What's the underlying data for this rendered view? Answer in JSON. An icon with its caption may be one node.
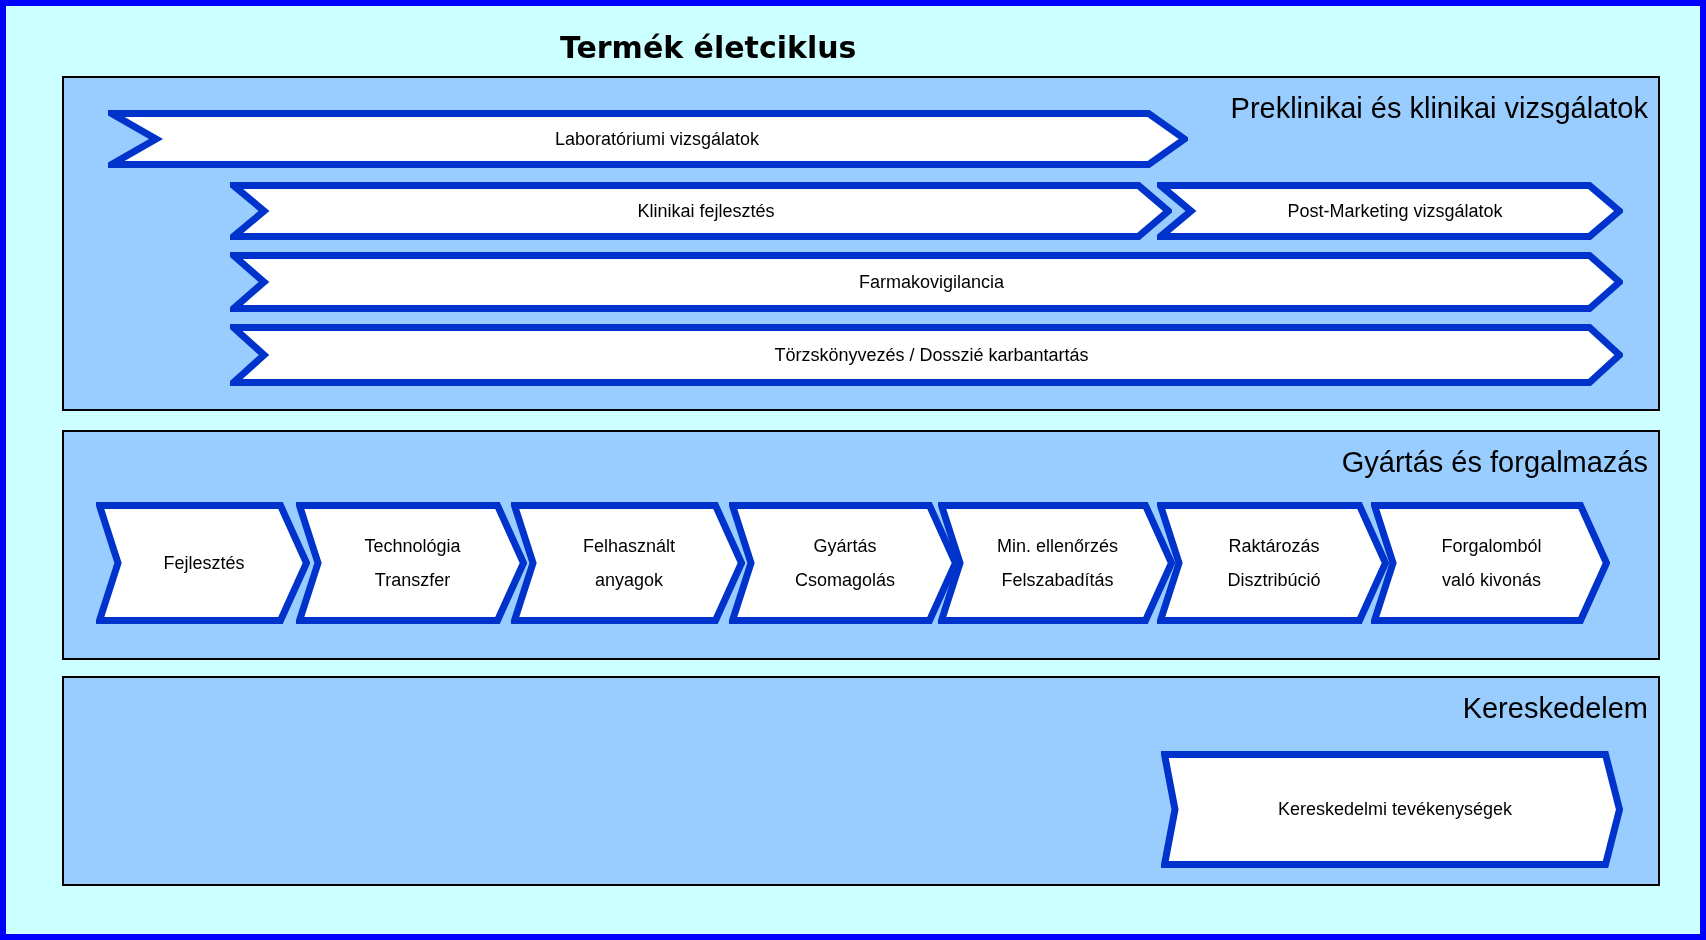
{
  "diagram": {
    "title": "Termék életciklus",
    "nodes": [
      {
        "text": [
          "Preklinikai és klinikai vizsgálatok"
        ]
      },
      {
        "text": [
          "Laboratóriumi vizsgálatok"
        ],
        "in": 0
      },
      {
        "text": [
          "Klinikai fejlesztés"
        ],
        "in": 0
      },
      {
        "text": [
          "Post-Marketing vizsgálatok"
        ],
        "in": 0
      },
      {
        "text": [
          "Farmakovigilancia"
        ],
        "in": 0
      },
      {
        "text": [
          "Törzskönyvezés / Dosszié karbantartás"
        ],
        "in": 0
      },
      {
        "text": [
          "Gyártás és forgalmazás"
        ]
      },
      {
        "text": [
          "Fejlesztés"
        ],
        "in": 6
      },
      {
        "text": [
          "Technológia Transzfer"
        ],
        "in": 6
      },
      {
        "text": [
          "Felhasznált anyagok"
        ],
        "in": 6
      },
      {
        "text": [
          "Gyártás Csomagolás"
        ],
        "in": 6
      },
      {
        "text": [
          "Min. ellenőrzés Felszabadítás"
        ],
        "in": 6
      },
      {
        "text": [
          "Raktározás Disztribúció"
        ],
        "in": 6
      },
      {
        "text": [
          "Forgalomból való kivonás"
        ],
        "in": 6
      },
      {
        "text": [
          "Kereskedelem"
        ]
      },
      {
        "text": [
          "Kereskedelmi tevékenységek"
        ],
        "in": 14
      }
    ]
  }
}
